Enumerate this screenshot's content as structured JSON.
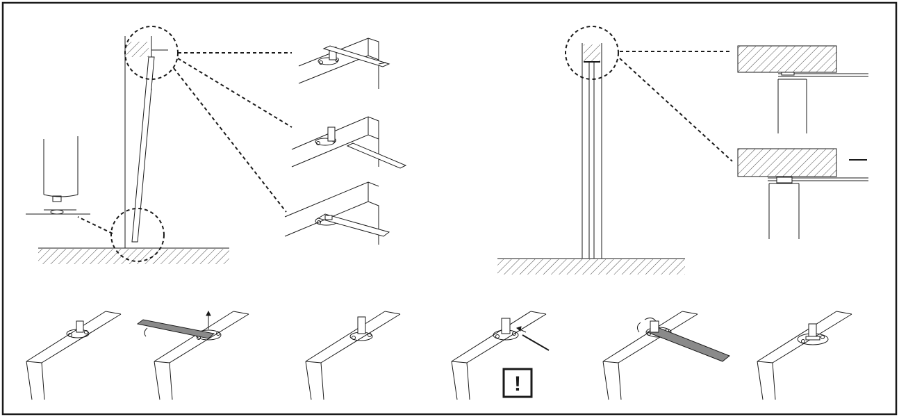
{
  "document": {
    "kind": "installation instruction sheet",
    "warning_symbol": "!",
    "colors": {
      "line": "#1a1a1a",
      "plate_gray": "#8a8a8a",
      "background": "#ffffff"
    },
    "icons": [
      "door-leaf",
      "pivot-pin",
      "adjustment-key",
      "hatched-floor",
      "warning-box"
    ]
  }
}
